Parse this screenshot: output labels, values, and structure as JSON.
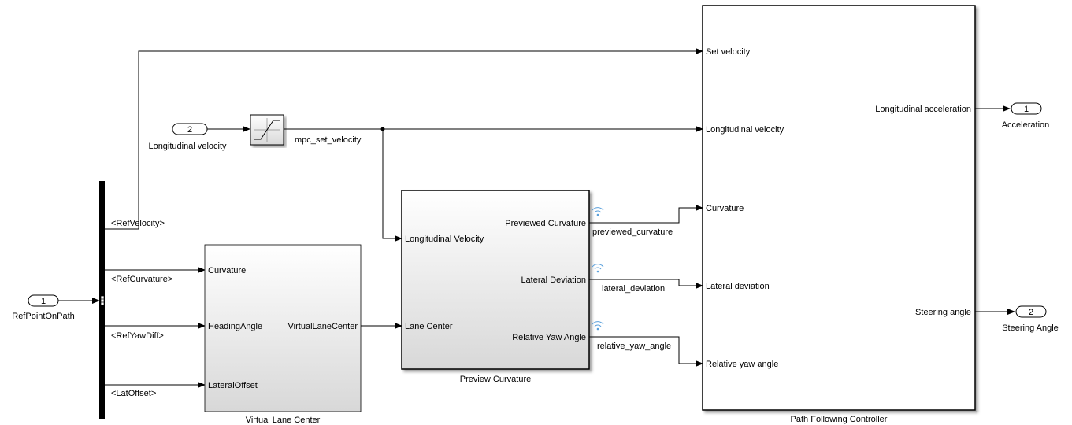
{
  "inports": {
    "refpoint": {
      "number": "1",
      "name": "RefPointOnPath"
    },
    "longvel": {
      "number": "2",
      "name": "Longitudinal velocity"
    }
  },
  "outports": {
    "accel": {
      "number": "1",
      "name": "Acceleration"
    },
    "steer": {
      "number": "2",
      "name": "Steering Angle"
    }
  },
  "bus_signals": [
    "<RefVelocity>",
    "<RefCurvature>",
    "<RefYawDiff>",
    "<LatOffset>"
  ],
  "signals": {
    "mpc_set_velocity": "mpc_set_velocity",
    "previewed_curvature": "previewed_curvature",
    "lateral_deviation": "lateral_deviation",
    "relative_yaw_angle": "relative_yaw_angle"
  },
  "blocks": {
    "virtual_lane_center": {
      "title": "Virtual Lane Center",
      "inputs": [
        "Curvature",
        "HeadingAngle",
        "LateralOffset"
      ],
      "outputs": [
        "VirtualLaneCenter"
      ]
    },
    "preview_curvature": {
      "title": "Preview Curvature",
      "inputs": [
        "Longitudinal Velocity",
        "Lane Center"
      ],
      "outputs": [
        "Previewed Curvature",
        "Lateral Deviation",
        "Relative Yaw Angle"
      ]
    },
    "path_following_controller": {
      "title": "Path Following Controller",
      "inputs": [
        "Set velocity",
        "Longitudinal velocity",
        "Curvature",
        "Lateral deviation",
        "Relative yaw angle"
      ],
      "outputs": [
        "Longitudinal acceleration",
        "Steering angle"
      ]
    }
  },
  "colors": {
    "line": "#000000",
    "signal_icon": "#5aa0dc",
    "block_gradient_bottom": "#d8d8d8"
  }
}
